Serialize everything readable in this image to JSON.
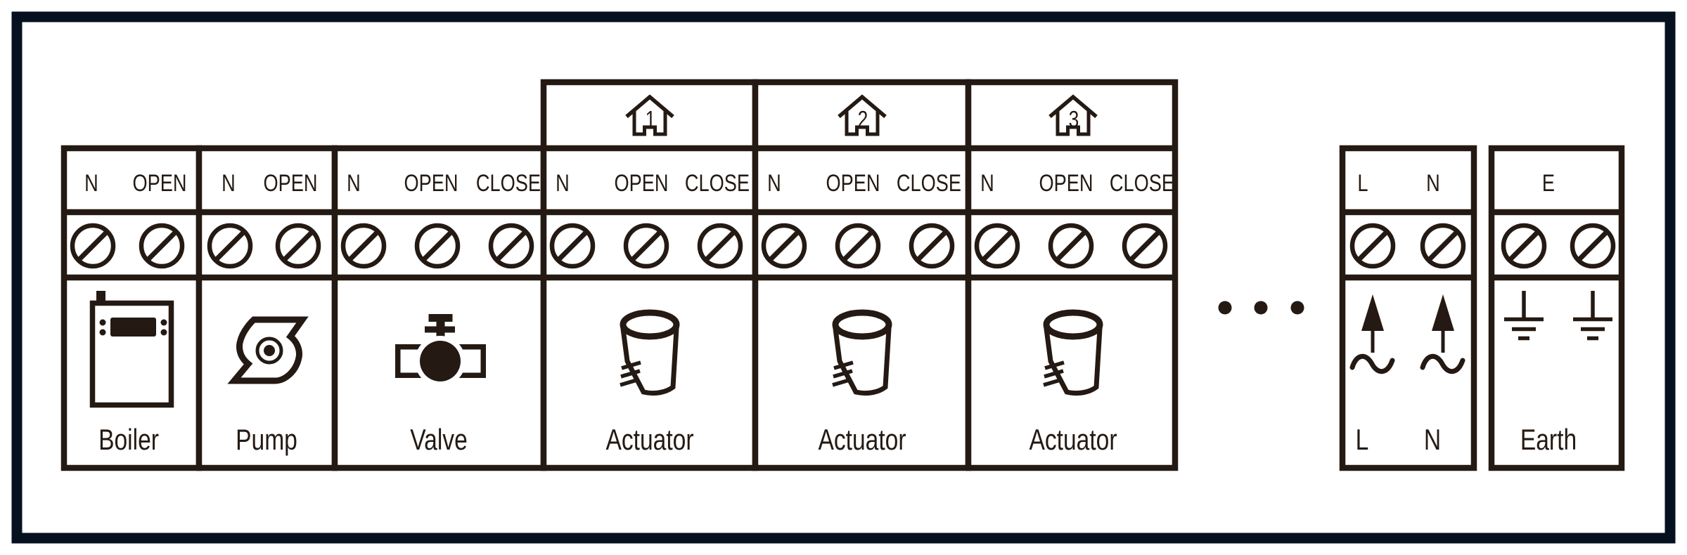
{
  "colors": {
    "ink": "#241a13",
    "frame": "#061120",
    "paper": "#ffffff"
  },
  "diagram": {
    "blocks": {
      "boiler": {
        "terminal_n": "N",
        "terminal_open": "OPEN",
        "label": "Boiler"
      },
      "pump": {
        "terminal_n": "N",
        "terminal_open": "OPEN",
        "label": "Pump"
      },
      "valve": {
        "terminal_n": "N",
        "terminal_open": "OPEN",
        "terminal_close": "CLOSE",
        "label": "Valve"
      },
      "actuator1": {
        "zone_number": "1",
        "terminal_n": "N",
        "terminal_open": "OPEN",
        "terminal_close": "CLOSE",
        "label": "Actuator"
      },
      "actuator2": {
        "zone_number": "2",
        "terminal_n": "N",
        "terminal_open": "OPEN",
        "terminal_close": "CLOSE",
        "label": "Actuator"
      },
      "actuator3": {
        "zone_number": "3",
        "terminal_n": "N",
        "terminal_open": "OPEN",
        "terminal_close": "CLOSE",
        "label": "Actuator"
      },
      "power": {
        "terminal_l": "L",
        "terminal_n": "N",
        "bottom_l": "L",
        "bottom_n": "N"
      },
      "earth": {
        "terminal_e": "E",
        "label": "Earth"
      }
    },
    "ellipsis_dot_count": 3
  }
}
